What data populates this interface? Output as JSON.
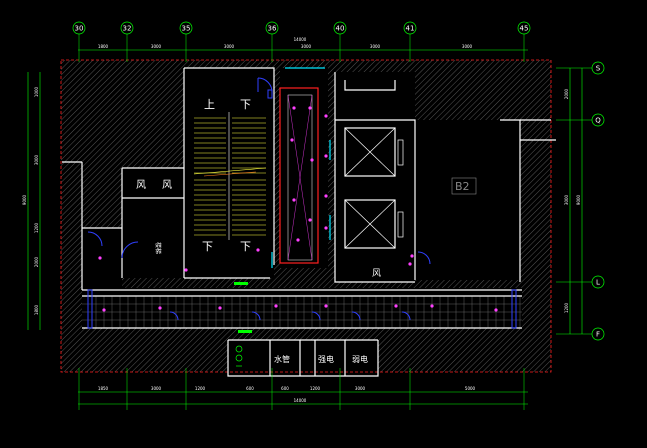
{
  "colors": {
    "background": "#000000",
    "dimension": "#00ff00",
    "hatch": "#5a5a5a",
    "wall": "#ffffff",
    "door": "#3040ff",
    "boundary": "#ff2020",
    "window": "#00e5ff",
    "stair": "#ffff40",
    "fixture": "#ff40ff",
    "label": "#ffffff"
  },
  "axes_top": [
    "30",
    "32",
    "35",
    "36",
    "40",
    "41",
    "45"
  ],
  "axes_right": [
    "S",
    "Q",
    "L",
    "F"
  ],
  "dims_top": [
    "1800",
    "3000",
    "3000",
    "3000",
    "3000",
    "3000",
    "14000"
  ],
  "dims_bottom": [
    "1850",
    "3000",
    "1200",
    "600",
    "600",
    "1200",
    "3000",
    "5000",
    "14000"
  ],
  "dims_left": [
    "1000",
    "3000",
    "1200",
    "2000",
    "1800",
    "9000"
  ],
  "dims_right": [
    "2000",
    "3000",
    "1200",
    "9000"
  ],
  "room_labels": {
    "up_left": "上",
    "down_left": "下",
    "down_bottom_left": "下",
    "down_bottom_right": "下",
    "fan_1": "风",
    "fan_2": "风",
    "fan_3": "风",
    "water_pipe": "水管",
    "strong_electric": "强电",
    "weak_electric": "弱电",
    "room_tag": "B2",
    "stair_label": "楼梯"
  }
}
